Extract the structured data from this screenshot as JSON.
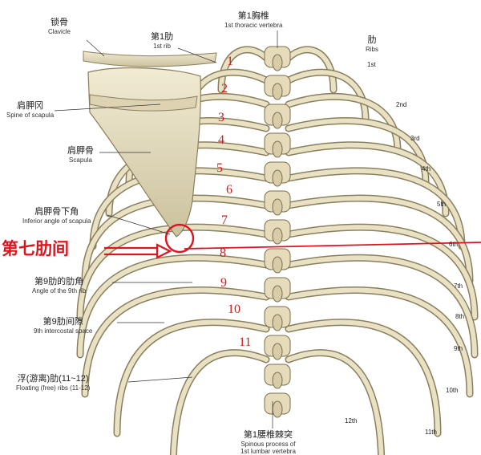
{
  "labels": {
    "clavicle": {
      "zh": "锁骨",
      "en": "Clavicle"
    },
    "first_rib": {
      "zh": "第1肋",
      "en": "1st rib"
    },
    "first_thoracic": {
      "zh": "第1胸椎",
      "en": "1st thoracic vertebra"
    },
    "ribs": {
      "zh": "肋",
      "en": "Ribs"
    },
    "spine_scapula": {
      "zh": "肩胛冈",
      "en": "Spine of scapula"
    },
    "scapula": {
      "zh": "肩胛骨",
      "en": "Scapula"
    },
    "inferior_angle": {
      "zh": "肩胛骨下角",
      "en": "Inferior angle of scapula"
    },
    "angle_9th": {
      "zh": "第9肋的肋角",
      "en": "Angle of the 9th rib"
    },
    "intercostal_9th": {
      "zh": "第9肋间隙",
      "en": "9th intercostal space"
    },
    "floating": {
      "zh": "浮(游离)肋(11~12)",
      "en": "Floating (free) ribs (11-12)"
    },
    "lumbar": {
      "zh": "第1腰椎棘突",
      "en1": "Spinous process of",
      "en2": "1st lumbar vertebra"
    }
  },
  "highlight": {
    "text": "第七肋间",
    "color": "#e0141e"
  },
  "vertebra_numbers": [
    "1",
    "2",
    "3",
    "4",
    "5",
    "6",
    "7",
    "8",
    "9",
    "10",
    "11"
  ],
  "rib_labels_right": [
    "1st",
    "2nd",
    "3rd",
    "4th",
    "5th",
    "6th",
    "7th",
    "8th",
    "9th",
    "10th",
    "11th",
    "12th"
  ]
}
